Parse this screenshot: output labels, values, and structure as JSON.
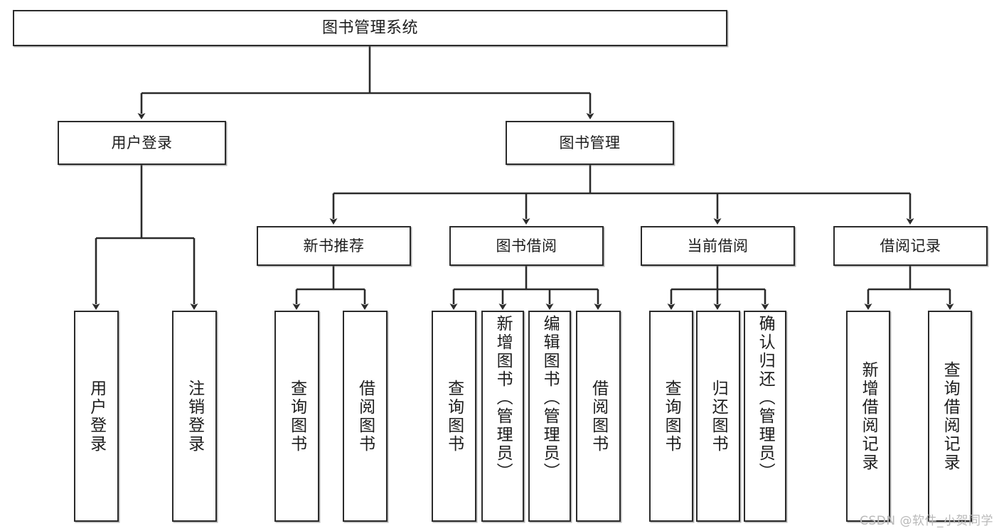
{
  "diagram": {
    "title": "图书管理系统",
    "type": "tree",
    "root": {
      "label": "图书管理系统"
    },
    "level2": [
      {
        "label": "用户登录"
      },
      {
        "label": "图书管理"
      }
    ],
    "level3": [
      {
        "label": "新书推荐"
      },
      {
        "label": "图书借阅"
      },
      {
        "label": "当前借阅"
      },
      {
        "label": "借阅记录"
      }
    ],
    "leaves": {
      "user_login": [
        {
          "label": "用户登录"
        },
        {
          "label": "注销登录"
        }
      ],
      "new_book_recommend": [
        {
          "label": "查询图书"
        },
        {
          "label": "借阅图书"
        }
      ],
      "book_borrow": [
        {
          "label": "查询图书"
        },
        {
          "label": "新增图书（管理员）"
        },
        {
          "label": "编辑图书（管理员）"
        },
        {
          "label": "借阅图书"
        }
      ],
      "current_borrow": [
        {
          "label": "查询图书"
        },
        {
          "label": "归还图书"
        },
        {
          "label": "确认归还（管理员）"
        }
      ],
      "borrow_record": [
        {
          "label": "新增借阅记录"
        },
        {
          "label": "查询借阅记录"
        }
      ]
    }
  },
  "watermark": {
    "text": "CSDN @软件_小贺同学"
  },
  "colors": {
    "stroke": "#2b2b2b",
    "fill": "#ffffff",
    "text": "#1d1d1d",
    "watermark": "#b9b9b9"
  }
}
